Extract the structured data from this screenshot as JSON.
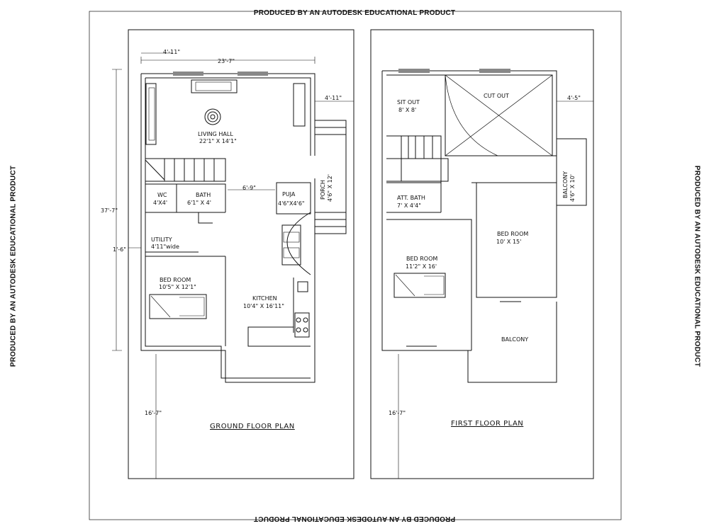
{
  "watermark": "PRODUCED BY AN AUTODESK EDUCATIONAL PRODUCT",
  "ground_floor": {
    "title": "GROUND FLOOR PLAN",
    "dims": {
      "top_offset": "4'-11\"",
      "overall_width": "23'-7\"",
      "right_offset": "4'-11\"",
      "overall_depth": "37'-7\"",
      "left_offset": "1'-6\"",
      "passage": "6'-9\"",
      "bottom": "16'-7\""
    },
    "rooms": {
      "living_name": "LIVING HALL",
      "living_size": "22'1\" X 14'1\"",
      "wc_name": "WC",
      "wc_size": "4'X4'",
      "bath_name": "BATH",
      "bath_size": "6'1\" X 4'",
      "puja_name": "PUJA",
      "puja_size": "4'6\"X4'6\"",
      "porch": "PORCH",
      "porch_size": "4'6\" X 12'",
      "utility_name": "UTILITY",
      "utility_size": "4'11\"wide",
      "bed_name": "BED ROOM",
      "bed_size": "10'5\" X 12'1\"",
      "kitchen_name": "KITCHEN",
      "kitchen_size": "10'4\" X 16'11\""
    }
  },
  "first_floor": {
    "title": "FIRST FLOOR PLAN",
    "dims": {
      "right_offset": "4'-5\"",
      "bottom": "16'-7\""
    },
    "rooms": {
      "sitout_name": "SIT OUT",
      "sitout_size": "8' X 8'",
      "cutout": "CUT OUT",
      "balcony_v": "BALCONY",
      "balcony_v_size": "4'6\" X 10'",
      "attbath_name": "ATT. BATH",
      "attbath_size": "7' X 4'4\"",
      "bed2_name": "BED ROOM",
      "bed2_size": "10' X 15'",
      "bed1_name": "BED ROOM",
      "bed1_size": "11'2\" X 16'",
      "balcony": "BALCONY"
    }
  }
}
